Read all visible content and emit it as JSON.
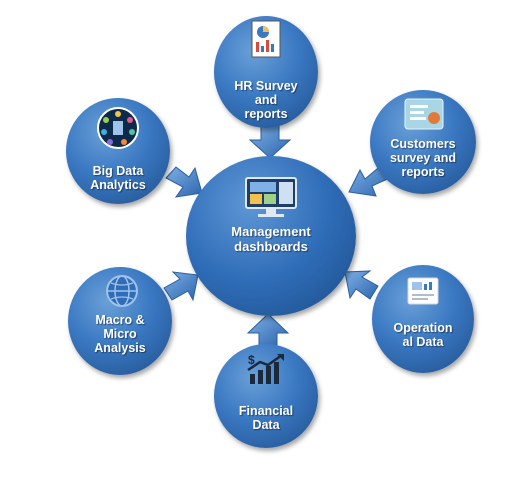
{
  "diagram": {
    "center": {
      "label": "Management\ndashboards",
      "icon": "monitor-dashboard-icon"
    },
    "nodes": [
      {
        "id": "hr",
        "label": "HR Survey\nand\nreports",
        "icon": "report-chart-icon"
      },
      {
        "id": "customers",
        "label": "Customers\nsurvey and\nreports",
        "icon": "survey-card-icon"
      },
      {
        "id": "operational",
        "label": "Operation\nal Data",
        "icon": "data-sheet-icon"
      },
      {
        "id": "financial",
        "label": "Financial\nData",
        "icon": "money-growth-icon"
      },
      {
        "id": "macro",
        "label": "Macro &\nMicro\nAnalysis",
        "icon": "globe-icon"
      },
      {
        "id": "bigdata",
        "label": "Big Data\nAnalytics",
        "icon": "data-hub-icon"
      }
    ],
    "colors": {
      "node": "#2f6db8",
      "arrow": "#3a78c2",
      "text": "#ffffff"
    }
  }
}
